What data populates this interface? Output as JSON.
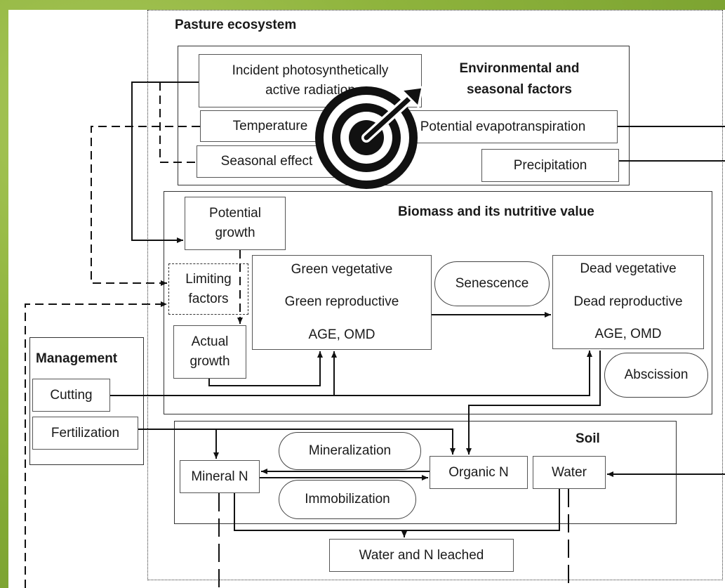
{
  "title": "Pasture ecosystem",
  "env": {
    "heading_line1": "Environmental and",
    "heading_line2": "seasonal factors",
    "par_line1": "Incident photosynthetically",
    "par_line2": "active radiation",
    "temperature": "Temperature",
    "pet": "Potential evapotranspiration",
    "seasonal": "Seasonal effect",
    "precipitation": "Precipitation"
  },
  "biomass": {
    "heading": "Biomass and its nutritive value",
    "potential_line1": "Potential",
    "potential_line2": "growth",
    "limiting_line1": "Limiting",
    "limiting_line2": "factors",
    "actual_line1": "Actual",
    "actual_line2": "growth",
    "green_line1": "Green vegetative",
    "green_line2": "Green reproductive",
    "green_line3": "AGE, OMD",
    "senescence": "Senescence",
    "dead_line1": "Dead vegetative",
    "dead_line2": "Dead reproductive",
    "dead_line3": "AGE, OMD",
    "abscission": "Abscission"
  },
  "management": {
    "heading": "Management",
    "cutting": "Cutting",
    "fertilization": "Fertilization"
  },
  "soil": {
    "heading": "Soil",
    "mineral_n": "Mineral N",
    "mineralization": "Mineralization",
    "immobilization": "Immobilization",
    "organic_n": "Organic N",
    "water": "Water",
    "leached": "Water and N leached"
  },
  "colors": {
    "background": "#8fb43d",
    "line": "#111111"
  },
  "overlay_icon": "target-with-arrow-icon"
}
